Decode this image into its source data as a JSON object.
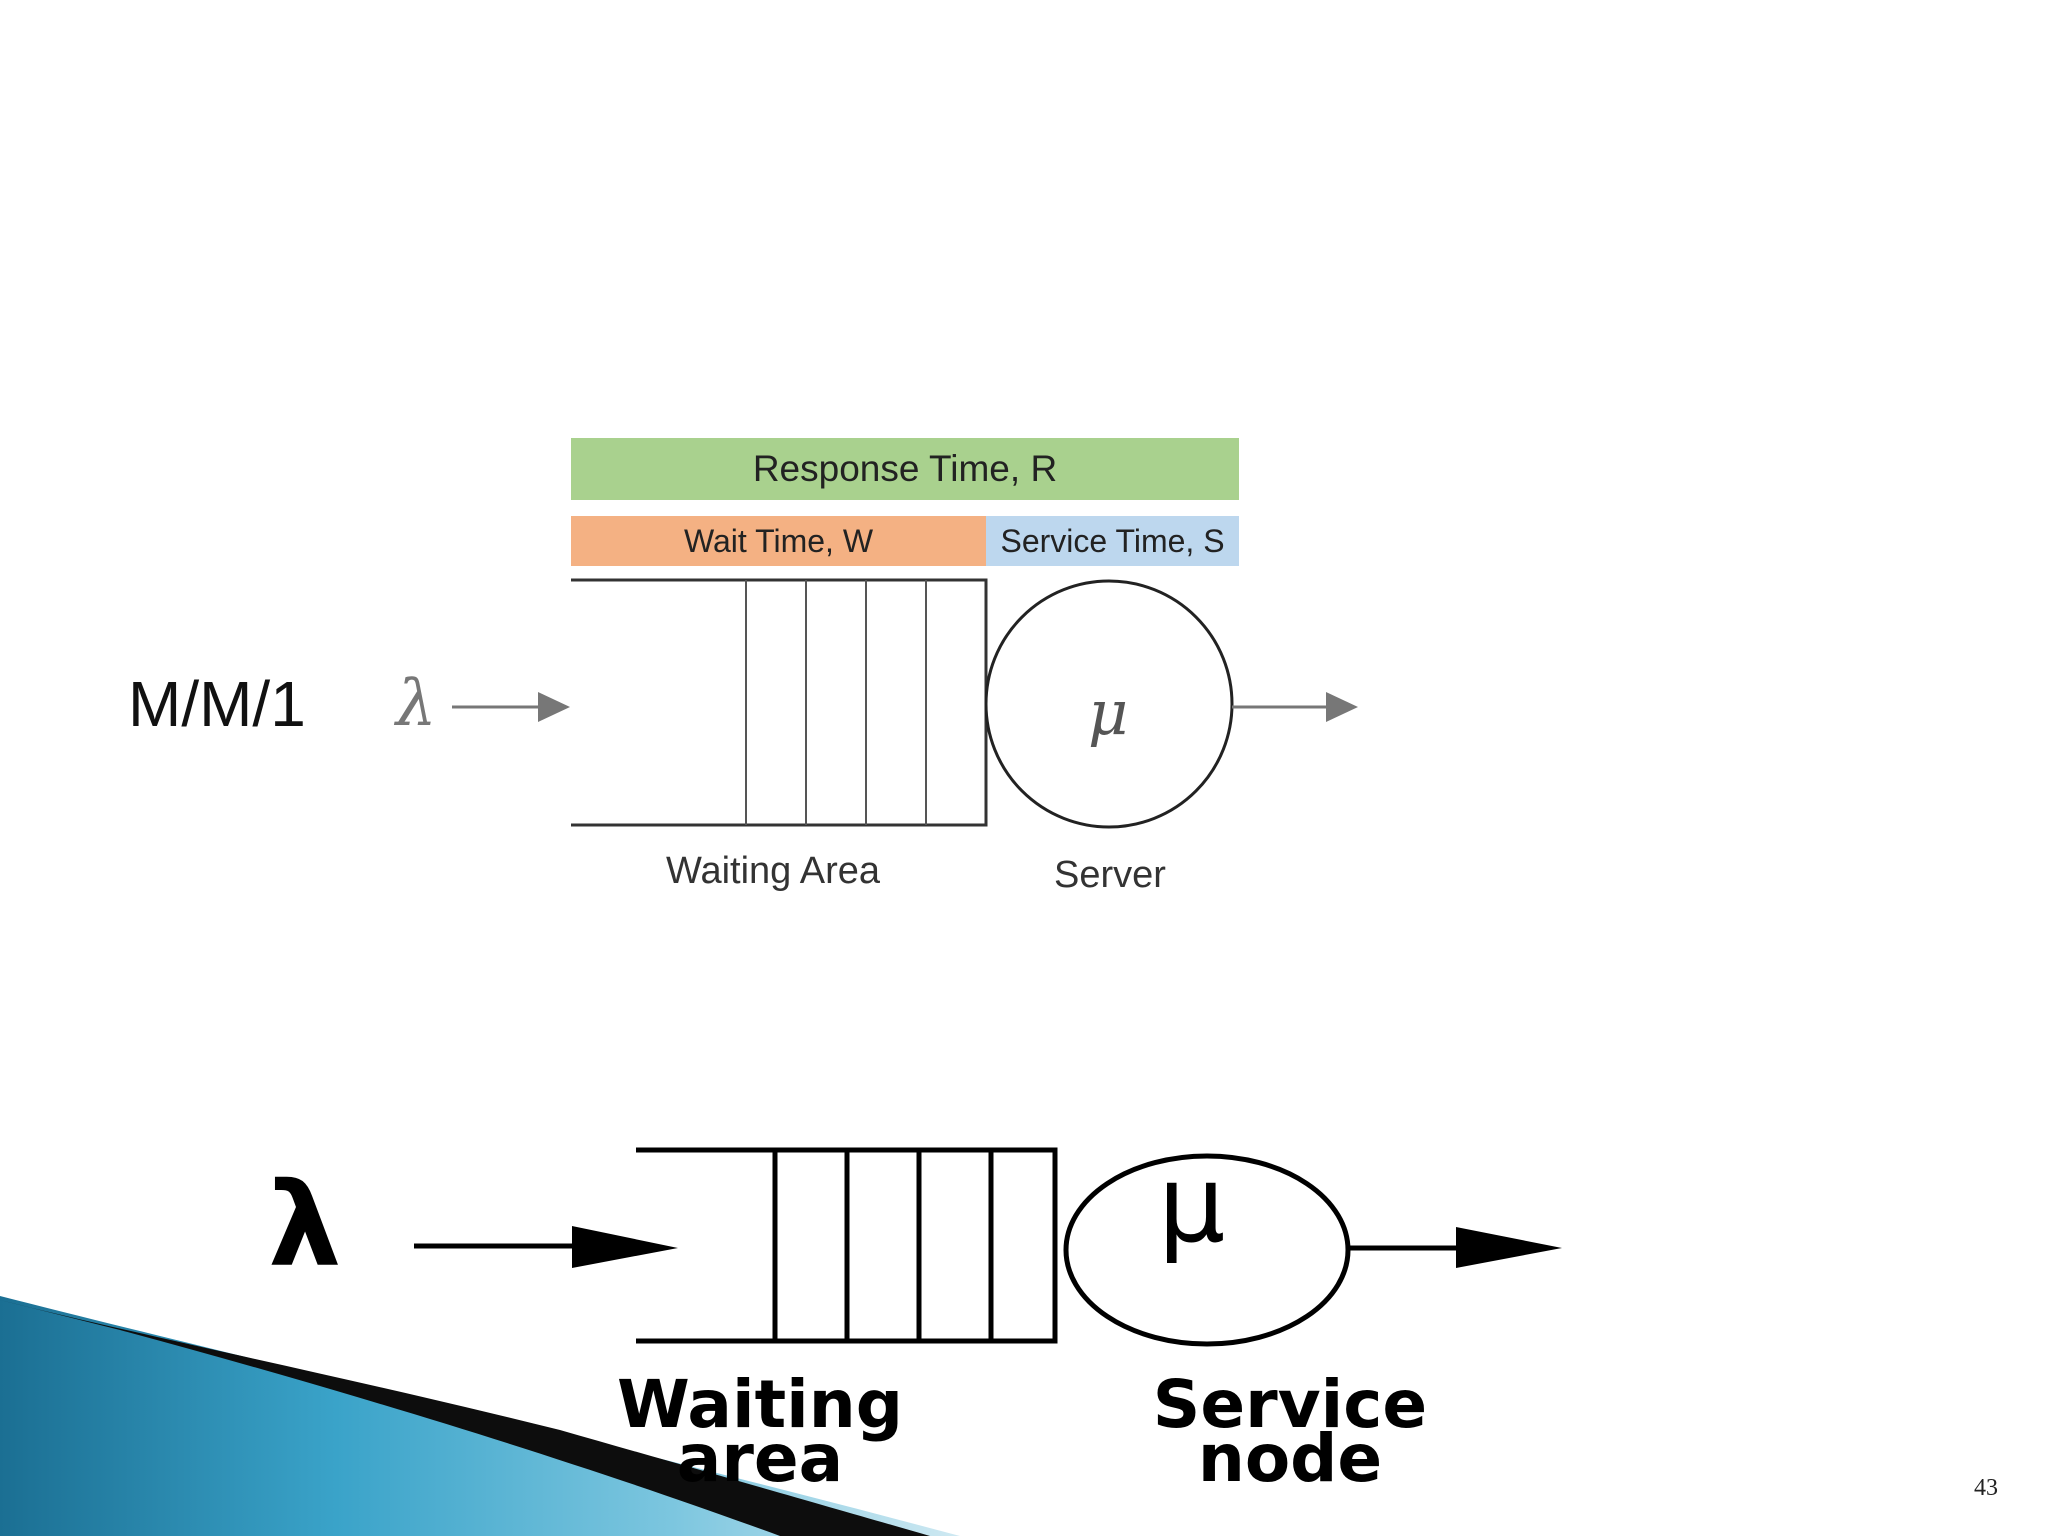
{
  "diagram_top": {
    "model_label": "M/M/1",
    "arrival_symbol": "λ",
    "service_symbol": "μ",
    "response_time_label": "Response Time, R",
    "wait_time_label": "Wait Time, W",
    "service_time_label": "Service Time, S",
    "waiting_area_label": "Waiting Area",
    "server_label": "Server",
    "colors": {
      "response": "#a9d18e",
      "wait": "#f4b183",
      "service": "#bdd7ee"
    }
  },
  "diagram_bottom": {
    "arrival_symbol": "λ",
    "service_symbol": "μ",
    "waiting_area_line1": "Waiting",
    "waiting_area_line2": "area",
    "service_node_line1": "Service",
    "service_node_line2": "node"
  },
  "slide": {
    "page_number": "43"
  }
}
